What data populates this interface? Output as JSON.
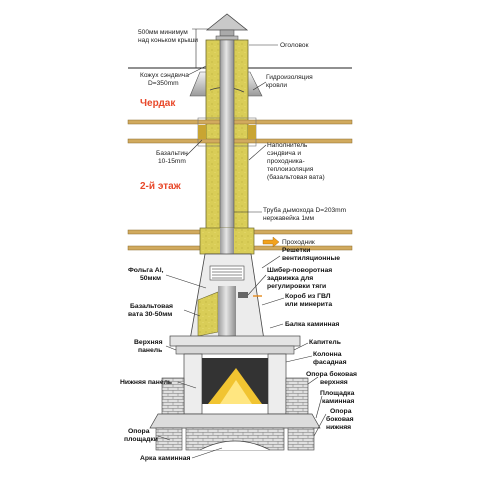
{
  "rooms": {
    "attic": "Чердак",
    "floor2": "2-й этаж"
  },
  "roof_note": {
    "line1": "500мм минимум",
    "line2": "над коньком крыши"
  },
  "labels": {
    "ogolovok": "Оголовок",
    "kozhuh1": "Кожух сэндвича",
    "kozhuh2": "D=350mm",
    "gidro1": "Гидроизоляция",
    "gidro2": "кровли",
    "bazaltin1": "Базальтин",
    "bazaltin2": "10-15mm",
    "napoln1": "Наполнитель",
    "napoln2": "сэндвича и",
    "napoln3": "проходника-",
    "napoln4": "теплоизоляция",
    "napoln5": "(базальтовая вата)",
    "truba1": "Труба дымохода D=203mm",
    "truba2": "нержавейка 1мм",
    "prohodnik": "Проходник",
    "reshetki1": "Решетки",
    "reshetki2": "вентиляционные",
    "folga1": "Фольга Al,",
    "folga2": "50мкм",
    "shiber1": "Шибер-поворотная",
    "shiber2": "задвижка для",
    "shiber3": "регулировки тяги",
    "korob1": "Короб из ГВЛ",
    "korob2": "или минерита",
    "bazvata1": "Базальтовая",
    "bazvata2": "вата 30-50мм",
    "balka": "Балка каминная",
    "verh_panel1": "Верхняя",
    "verh_panel2": "панель",
    "kapitel": "Капитель",
    "kolonna1": "Колонна",
    "kolonna2": "фасадная",
    "nizh_panel": "Нижняя панель",
    "opora_verh1": "Опора боковая",
    "opora_verh2": "верхняя",
    "ploshadka1": "Площадка",
    "ploshadka2": "каминная",
    "opora_nizh1": "Опора",
    "opora_nizh2": "боковая",
    "opora_nizh3": "нижняя",
    "opora_pl1": "Опора",
    "opora_pl2": "площадки",
    "arka": "Арка каминная"
  },
  "colors": {
    "insulation": "#d9cd57",
    "beam": "#d1aa5e",
    "pipe": "#c4c4c4",
    "stone": "#e7e7e7",
    "room_text": "#e8482a"
  }
}
